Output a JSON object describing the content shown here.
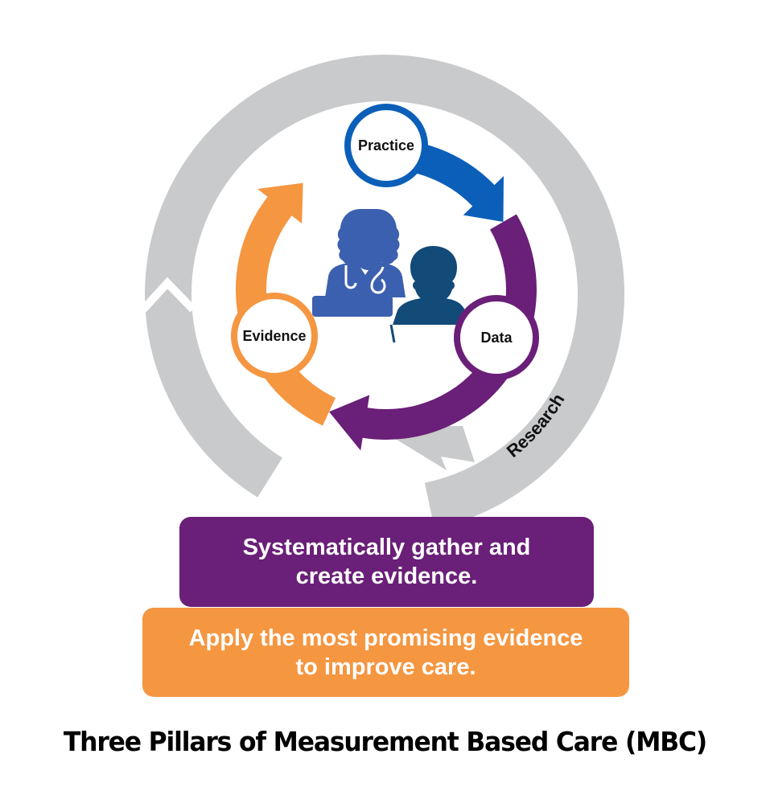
{
  "colors": {
    "research_ring": "#c9cacb",
    "practice": "#0b5fb8",
    "data": "#6a1f78",
    "evidence": "#f59641",
    "clinician": "#3c60b0",
    "patient": "#124a78",
    "pillar_research_bg": "#6a1f78",
    "pillar_practice_bg": "#f59641"
  },
  "cycle": {
    "nodes": [
      {
        "id": "practice",
        "label": "Practice"
      },
      {
        "id": "data",
        "label": "Data"
      },
      {
        "id": "evidence",
        "label": "Evidence"
      }
    ],
    "outer_ring_label": "Research"
  },
  "center_illustration": {
    "icons": [
      "clinician-with-stethoscope-icon",
      "patient-icon"
    ]
  },
  "pillars": {
    "research": {
      "lines": [
        "Systematically gather and",
        "create evidence."
      ]
    },
    "practice": {
      "lines": [
        "Apply the most promising evidence",
        "to improve care."
      ]
    }
  },
  "caption": "Three Pillars of Measurement Based Care (MBC)"
}
